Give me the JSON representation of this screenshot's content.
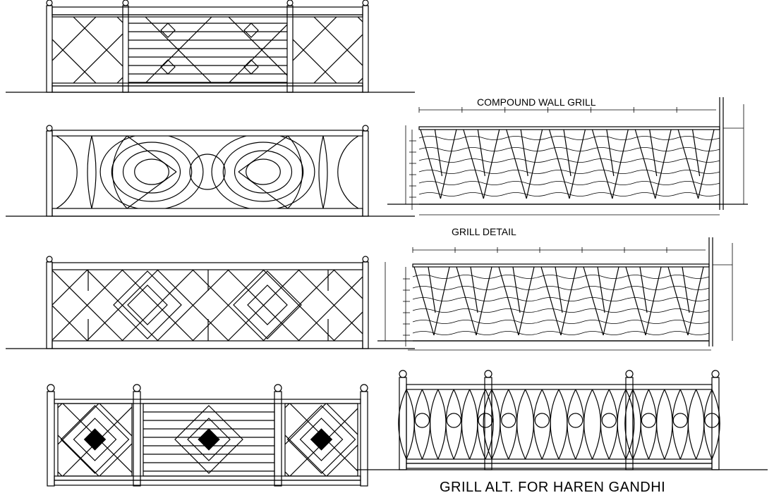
{
  "labels": {
    "compound_wall_grill": "COMPOUND WALL GRILL",
    "grill_detail": "GRILL DETAIL",
    "drawing_title": "GRILL ALT. FOR HAREN GANDHI"
  }
}
